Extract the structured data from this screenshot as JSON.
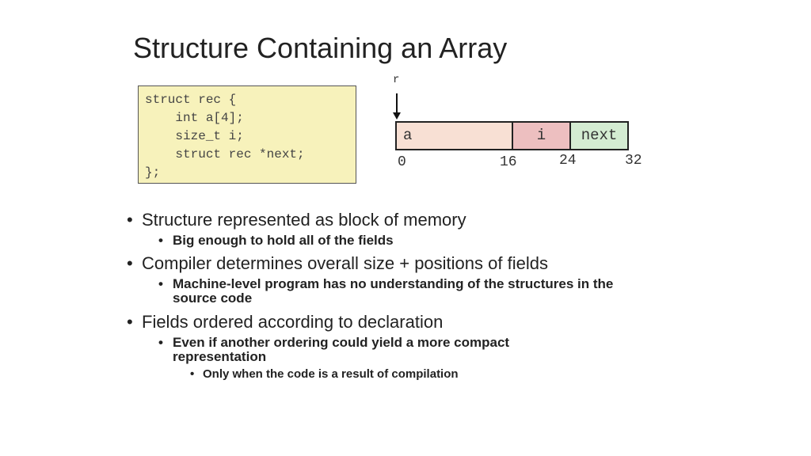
{
  "title": "Structure Containing an Array",
  "code": [
    "struct rec {",
    "    int a[4];",
    "    size_t i;",
    "    struct rec *next;",
    "};"
  ],
  "diagram": {
    "pointer": "r",
    "fields": [
      {
        "label": "a",
        "color": "#f8e0d4"
      },
      {
        "label": "i",
        "color": "#edbfc0"
      },
      {
        "label": "next",
        "color": "#d4ecd2"
      }
    ],
    "offsets": [
      "0",
      "16",
      "24",
      "32"
    ]
  },
  "bullets": [
    {
      "text": "Structure represented as block of memory",
      "sub": [
        "Big enough to hold all of the fields"
      ]
    },
    {
      "text": "Compiler determines overall size + positions of fields",
      "sub": [
        "Machine-level program has no understanding of the structures in the source code"
      ]
    },
    {
      "text": "Fields ordered according to declaration",
      "sub": [
        "Even if another ordering could yield a more compact representation"
      ],
      "subsub": [
        "Only when the code is a result of compilation"
      ]
    }
  ],
  "bullet_glyph": "•"
}
